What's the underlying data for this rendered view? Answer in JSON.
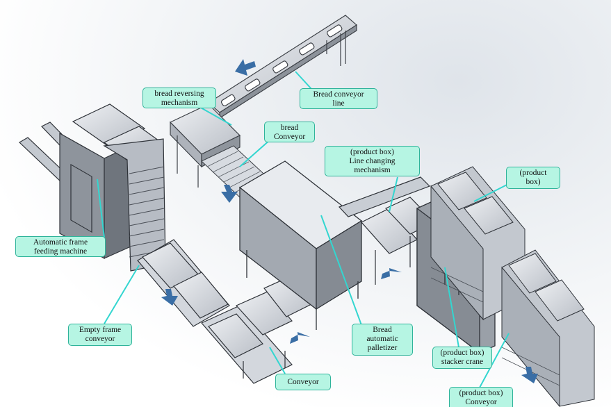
{
  "labels": {
    "bread_conveyor_line": "Bread conveyor\nline",
    "bread_reversing_mechanism": "bread reversing\nmechanism",
    "bread_conveyor": "bread\nConveyor",
    "product_box_line_changing": "(product box)\nLine changing\nmechanism",
    "product_box": "(product\nbox)",
    "automatic_frame_feeding": "Automatic frame\nfeeding machine",
    "empty_frame_conveyor": "Empty frame\nconveyor",
    "bread_automatic_palletizer": "Bread\nautomatic\npalletizer",
    "product_box_stacker_crane": "(product box)\nstacker crane",
    "conveyor": "Conveyor",
    "product_box_conveyor": "(product box)\nConveyor"
  },
  "colors": {
    "callout_fill": "#b6f5e3",
    "callout_border": "#2fb39a",
    "leader_line": "#33d6d0",
    "flow_arrow": "#3a6ea5",
    "steel": "#c9ced6",
    "steel_dark": "#5a5f66"
  }
}
